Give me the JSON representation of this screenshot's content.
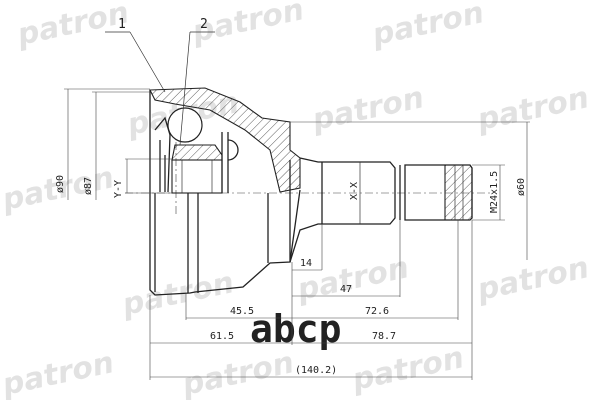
{
  "drawing": {
    "title": "CV joint outer (drive shaft joint) dimensional drawing",
    "watermark": {
      "brand": "patron",
      "secondary": "abcp"
    },
    "callouts": [
      {
        "id": "1",
        "label": "1"
      },
      {
        "id": "2",
        "label": "2"
      }
    ],
    "section_labels": {
      "vertical_axis": "Y-Y",
      "horizontal_axis": "X-X"
    },
    "dimensions": {
      "diameter_outer": "ø90",
      "diameter_boot": "ø87",
      "diameter_abs": "ø60",
      "thread": "M24x1.5",
      "length_14": "14",
      "length_47": "47",
      "length_45_5": "45.5",
      "length_72_6": "72.6",
      "length_61_5": "61.5",
      "length_78_7": "78.7",
      "length_total": "(140.2)"
    },
    "colors": {
      "line": "#222222",
      "watermark": "#e2e2e2",
      "background": "#ffffff"
    }
  }
}
